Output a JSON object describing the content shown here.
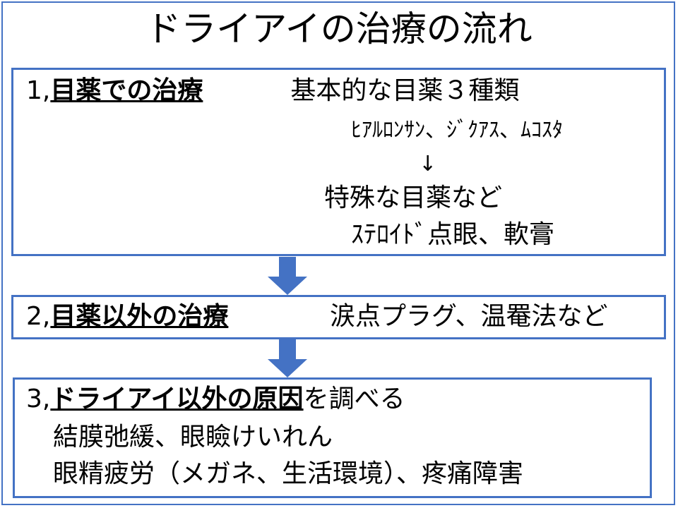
{
  "title": "ドライアイの治療の流れ",
  "step1": {
    "number": "1,",
    "heading": "目薬での治療",
    "basic": "基本的な目薬３種類",
    "basic_items": "ﾋｱﾙﾛﾝｻﾝ、ｼﾞｸｱｽ、ﾑｺｽﾀ",
    "down_arrow": "↓",
    "special": "特殊な目薬など",
    "special_items": "ｽﾃﾛｲﾄﾞ点眼、軟膏"
  },
  "step2": {
    "number": "2,",
    "heading": "目薬以外の治療",
    "detail": "涙点プラグ、温罨法など"
  },
  "step3": {
    "number": "3,",
    "heading": "ドライアイ以外の原因",
    "heading_suffix": "を調べる",
    "line1": "結膜弛緩、眼瞼けいれん",
    "line2": "眼精疲労（メガネ、生活環境）、疼痛障害"
  },
  "colors": {
    "accent": "#4472c4"
  }
}
